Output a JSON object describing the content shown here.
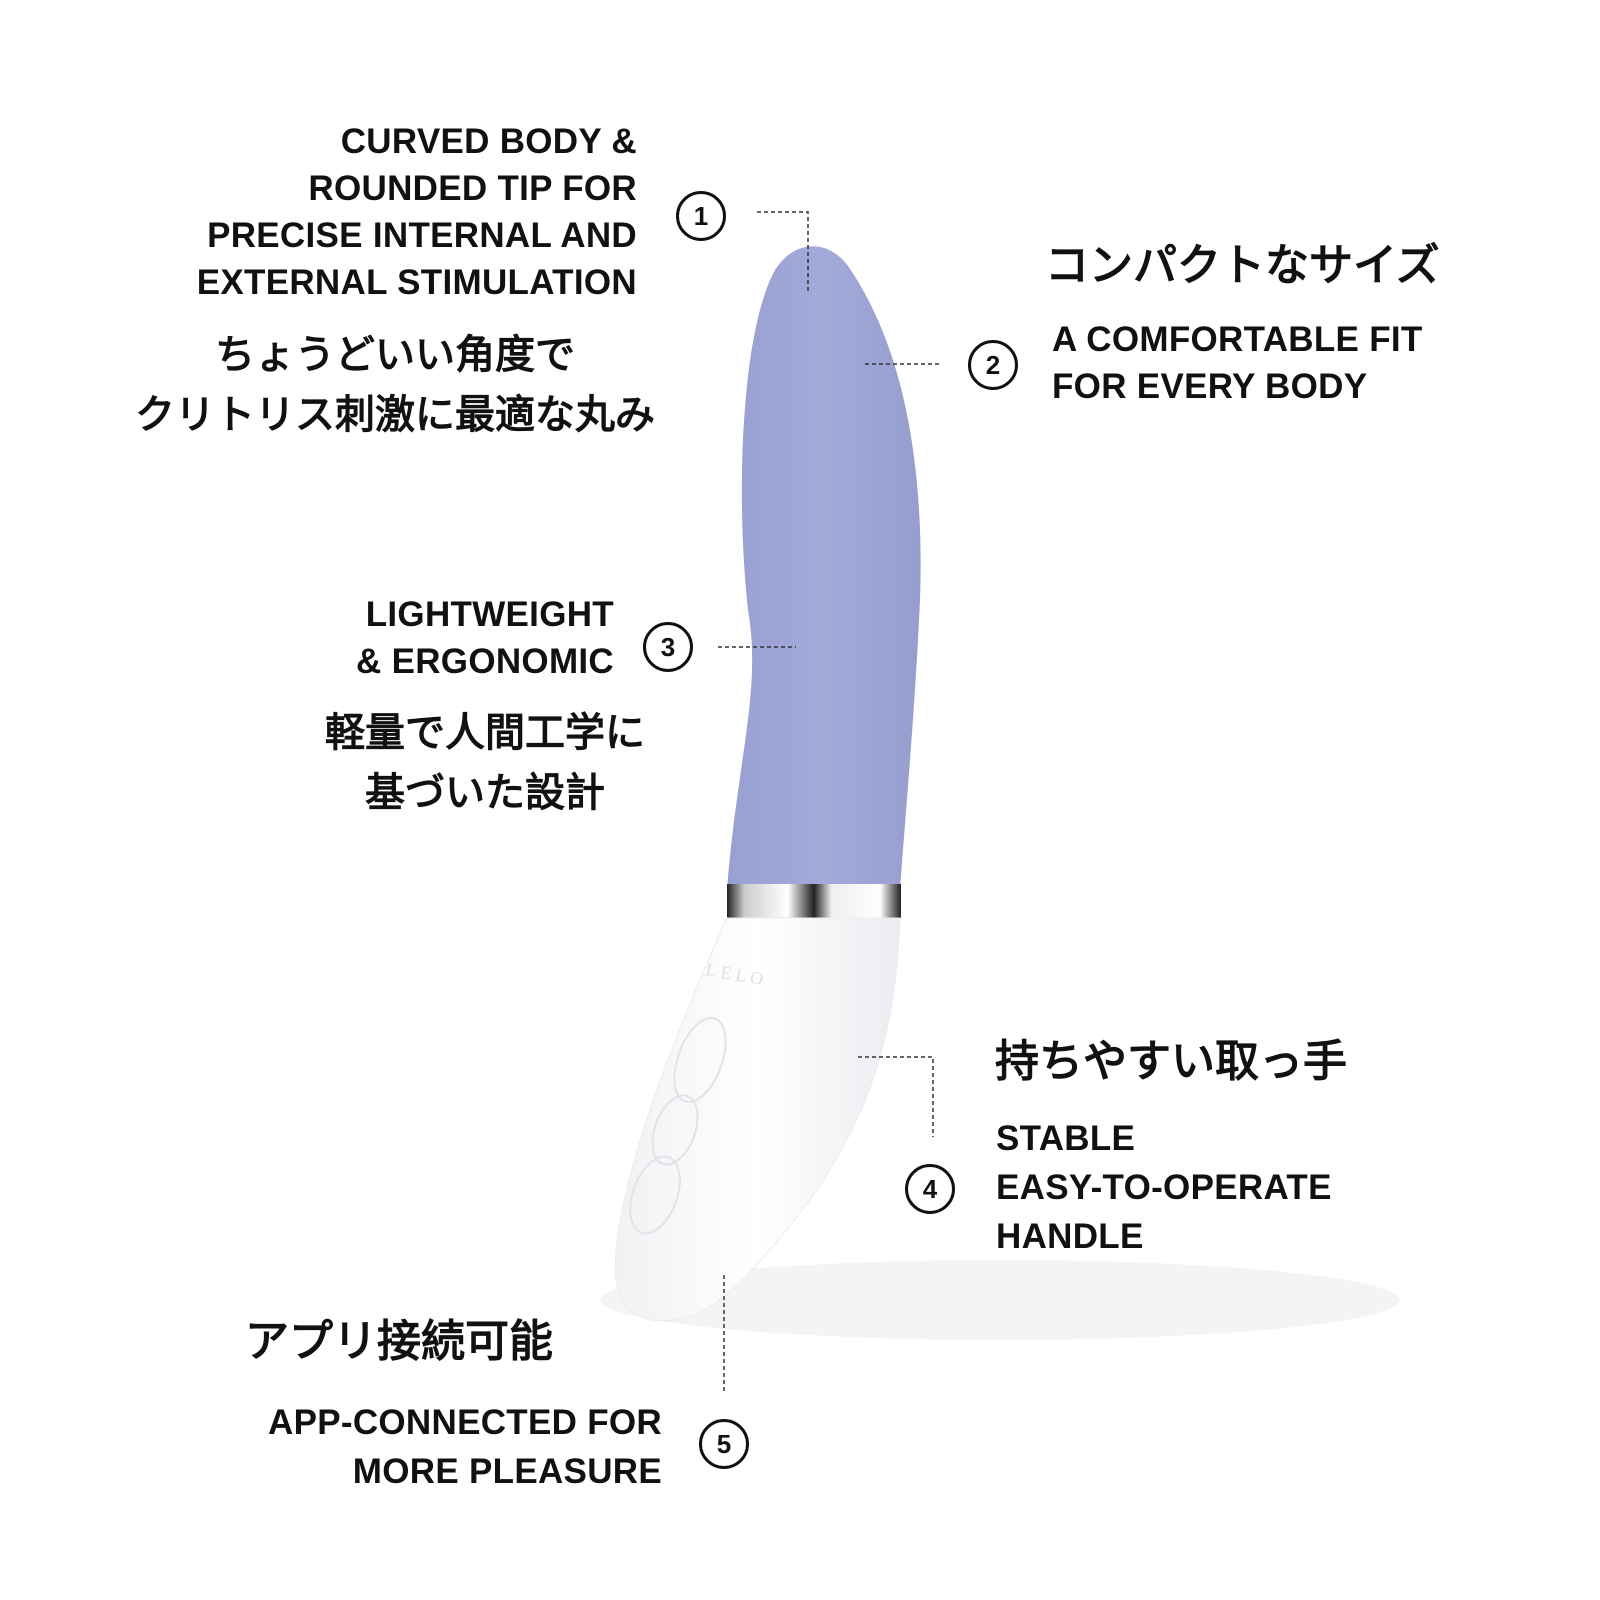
{
  "callouts": [
    {
      "number": "1",
      "english": [
        "CURVED BODY &",
        "ROUNDED TIP FOR",
        "PRECISE INTERNAL AND",
        "EXTERNAL STIMULATION"
      ],
      "japanese": [
        "ちょうどいい角度で",
        "クリトリス刺激に最適な丸み"
      ]
    },
    {
      "number": "2",
      "english": [
        "A COMFORTABLE FIT",
        "FOR EVERY BODY"
      ],
      "japanese": [
        "コンパクトなサイズ"
      ]
    },
    {
      "number": "3",
      "english": [
        "LIGHTWEIGHT",
        "& ERGONOMIC"
      ],
      "japanese": [
        "軽量で人間工学に",
        "基づいた設計"
      ]
    },
    {
      "number": "4",
      "english": [
        "STABLE",
        "EASY-TO-OPERATE",
        "HANDLE"
      ],
      "japanese": [
        "持ちやすい取っ手"
      ]
    },
    {
      "number": "5",
      "english": [
        "APP-CONNECTED FOR",
        "MORE PLEASURE"
      ],
      "japanese": [
        "アプリ接続可能"
      ]
    }
  ],
  "product": {
    "logo_text": "LELO",
    "body_color": "#9fa6d6",
    "handle_color": "#f7f7f9"
  }
}
